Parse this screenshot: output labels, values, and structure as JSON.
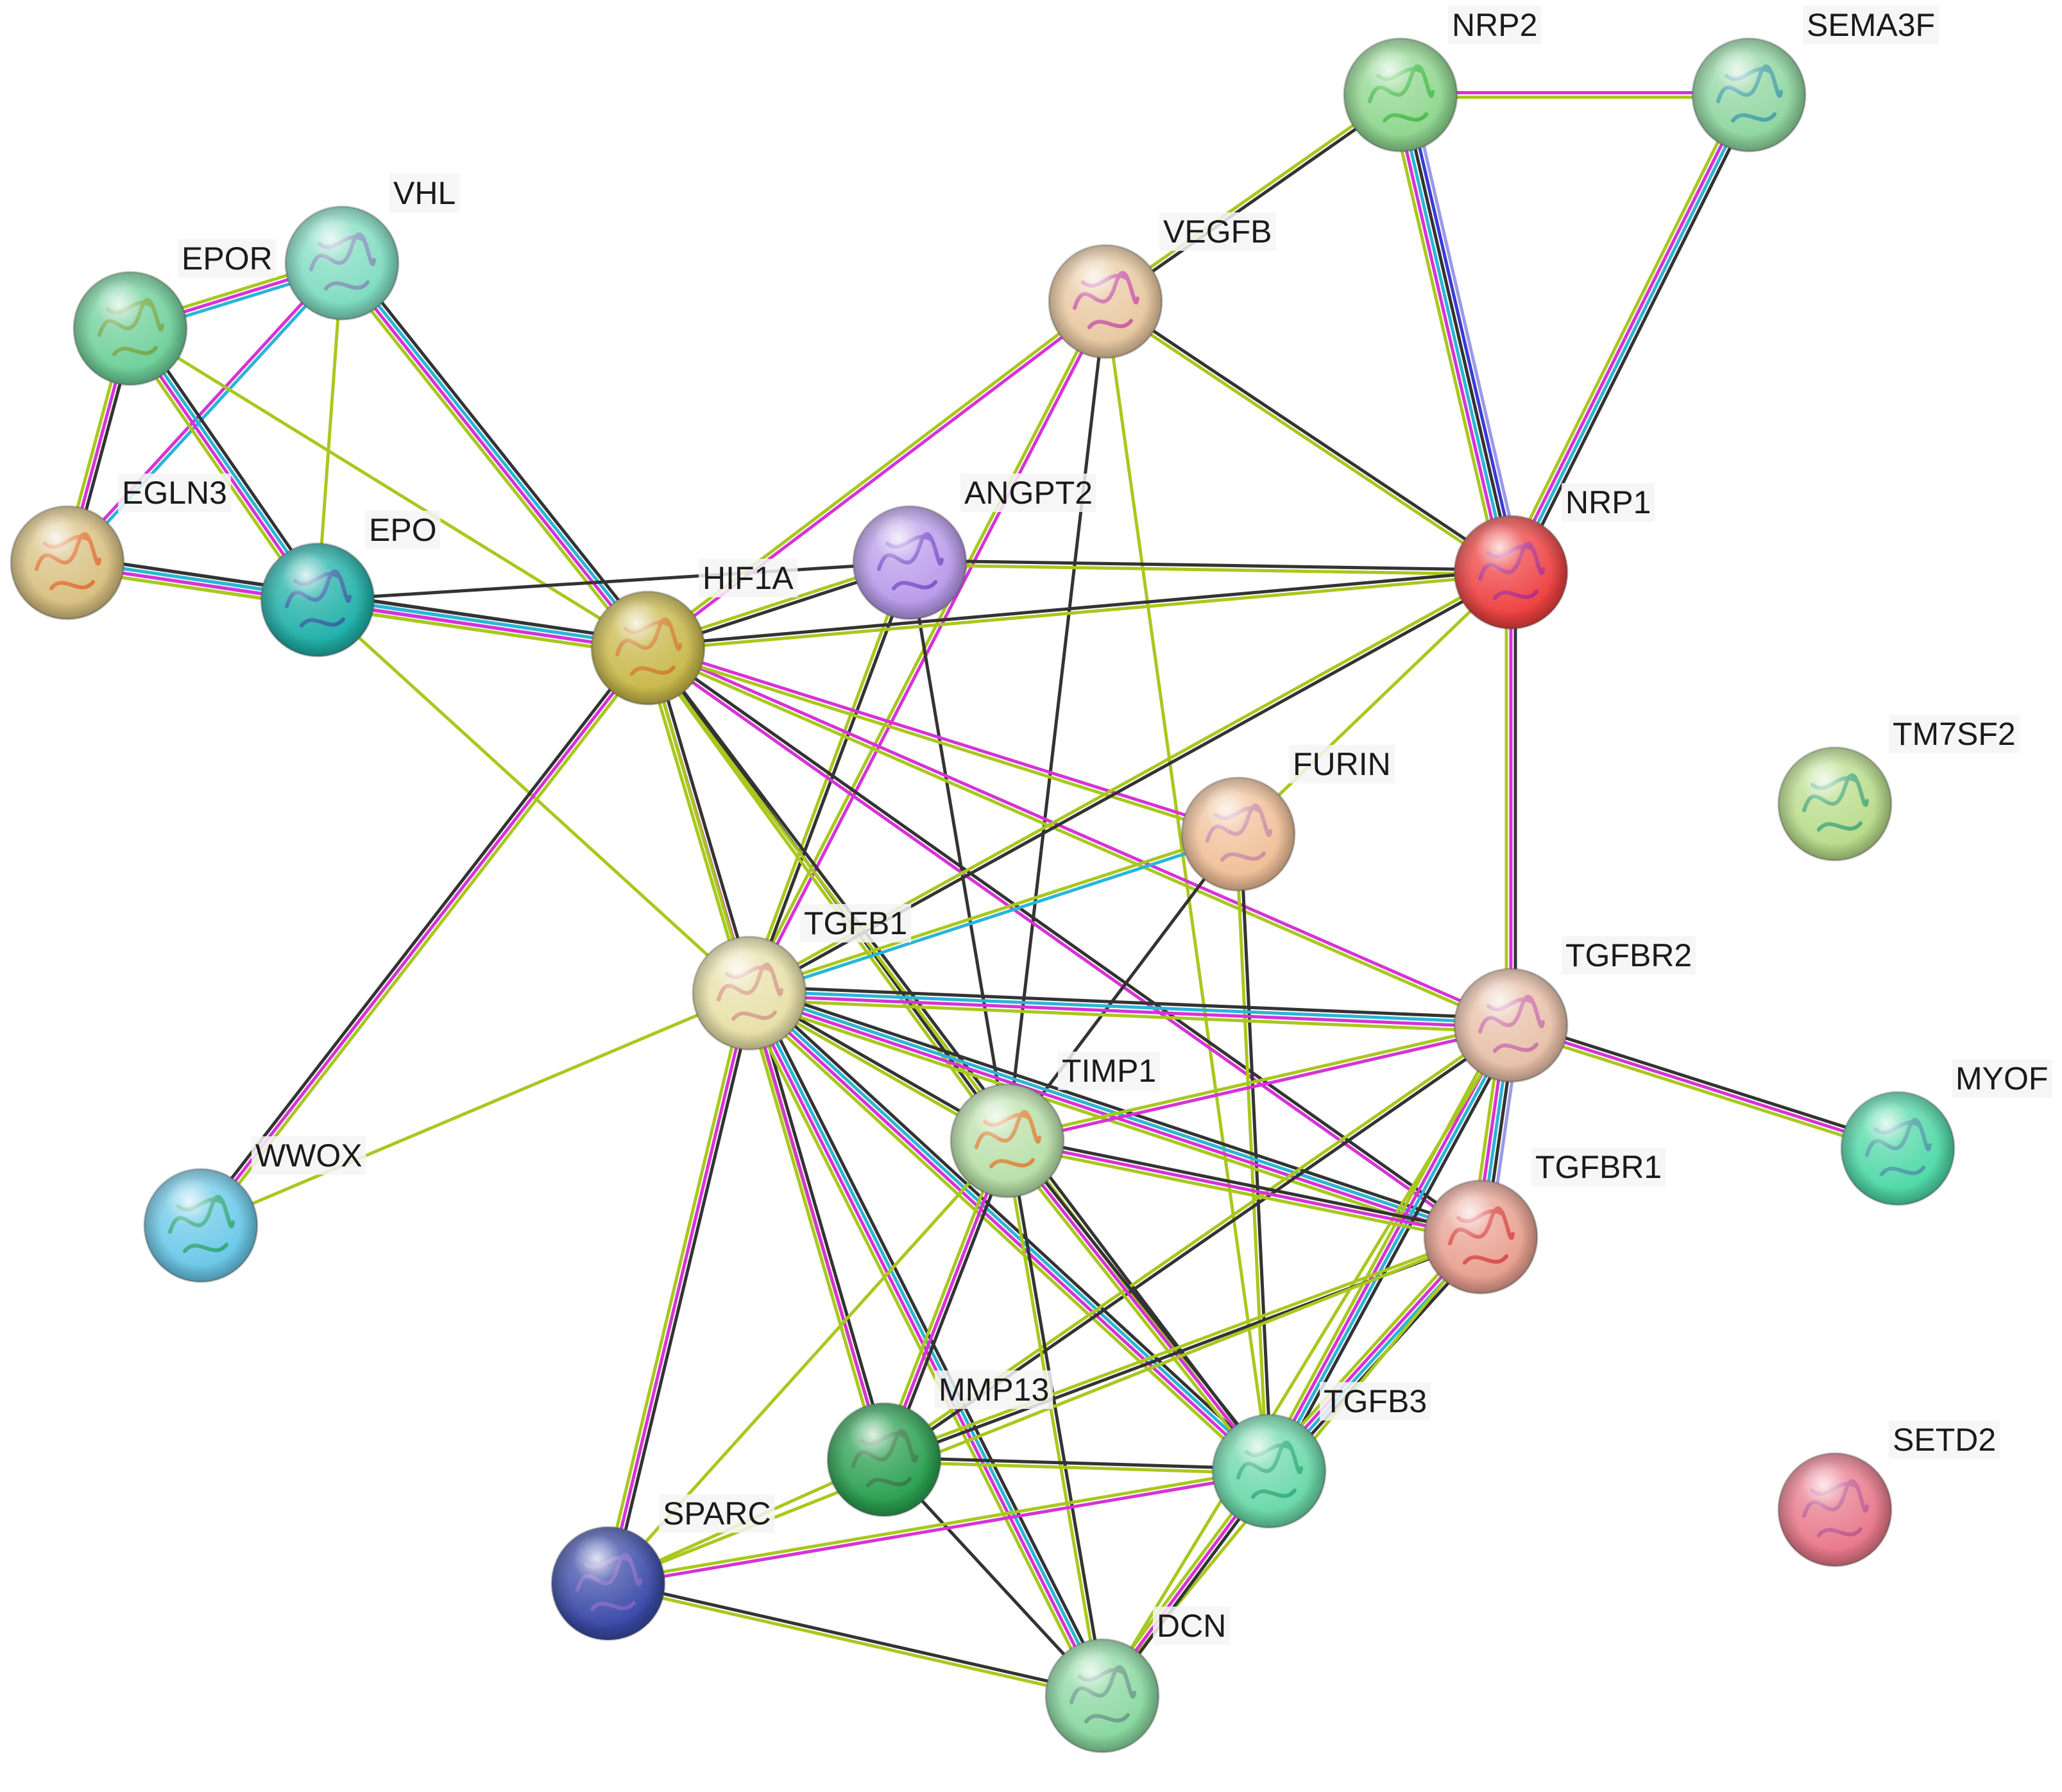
{
  "network": {
    "colors": {
      "black": "#333333",
      "magenta": "#d633d6",
      "cyan": "#2bb5d6",
      "lime": "#a8c81e",
      "blue": "#3a3ad6",
      "lavender": "#9a9ae6"
    },
    "nodes": [
      {
        "id": "NRP2",
        "label": "NRP2",
        "color": "#8fd68f",
        "glyph": "#2fb02f"
      },
      {
        "id": "SEMA3F",
        "label": "SEMA3F",
        "color": "#8fd6a0",
        "glyph": "#2a8fa0"
      },
      {
        "id": "VHL",
        "label": "VHL",
        "color": "#7fdcc0",
        "glyph": "#7a7fb0"
      },
      {
        "id": "EPOR",
        "label": "EPOR",
        "color": "#6fd09a",
        "glyph": "#6a9a2a"
      },
      {
        "id": "VEGFB",
        "label": "VEGFB",
        "color": "#e8c8a0",
        "glyph": "#c03aa0"
      },
      {
        "id": "EGLN3",
        "label": "EGLN3",
        "color": "#d8c080",
        "glyph": "#e05a1a"
      },
      {
        "id": "ANGPT2",
        "label": "ANGPT2",
        "color": "#b89aea",
        "glyph": "#6a3ac0"
      },
      {
        "id": "NRP1",
        "label": "NRP1",
        "color": "#ee4040",
        "glyph": "#a01a8a"
      },
      {
        "id": "EPO",
        "label": "EPO",
        "color": "#1fb0a8",
        "glyph": "#2a4a9a"
      },
      {
        "id": "HIF1A",
        "label": "HIF1A",
        "color": "#c8b84a",
        "glyph": "#d06a1a"
      },
      {
        "id": "FURIN",
        "label": "FURIN",
        "color": "#f0c098",
        "glyph": "#c07aa0"
      },
      {
        "id": "TM7SF2",
        "label": "TM7SF2",
        "color": "#b8dc8a",
        "glyph": "#2a9a6a"
      },
      {
        "id": "TGFB1",
        "label": "TGFB1",
        "color": "#e8e0a8",
        "glyph": "#d08a7a"
      },
      {
        "id": "TGFBR2",
        "label": "TGFBR2",
        "color": "#e8c0a8",
        "glyph": "#c05aa0"
      },
      {
        "id": "TIMP1",
        "label": "TIMP1",
        "color": "#b8e0a8",
        "glyph": "#e06a1a"
      },
      {
        "id": "MYOF",
        "label": "MYOF",
        "color": "#4fd8a8",
        "glyph": "#3a8a9a"
      },
      {
        "id": "WWOX",
        "label": "WWOX",
        "color": "#6ac8e8",
        "glyph": "#1a9a5a"
      },
      {
        "id": "TGFBR1",
        "label": "TGFBR1",
        "color": "#e8a090",
        "glyph": "#d02a2a"
      },
      {
        "id": "MMP13",
        "label": "MMP13",
        "color": "#2aa050",
        "glyph": "#2a6a3a"
      },
      {
        "id": "TGFB3",
        "label": "TGFB3",
        "color": "#6ad8a8",
        "glyph": "#1aa06a"
      },
      {
        "id": "SETD2",
        "label": "SETD2",
        "color": "#e8788a",
        "glyph": "#b04a8a"
      },
      {
        "id": "SPARC",
        "label": "SPARC",
        "color": "#3a4aa8",
        "glyph": "#7a5ac0"
      },
      {
        "id": "DCN",
        "label": "DCN",
        "color": "#8ad8a0",
        "glyph": "#5a8a7a"
      }
    ],
    "edges": [
      {
        "s": "NRP2",
        "t": "SEMA3F",
        "c": [
          "magenta",
          "lime"
        ]
      },
      {
        "s": "NRP2",
        "t": "VEGFB",
        "c": [
          "black",
          "lime"
        ]
      },
      {
        "s": "NRP2",
        "t": "NRP1",
        "c": [
          "lavender",
          "blue",
          "black",
          "cyan",
          "magenta",
          "lime"
        ]
      },
      {
        "s": "SEMA3F",
        "t": "NRP1",
        "c": [
          "black",
          "cyan",
          "magenta",
          "lime"
        ]
      },
      {
        "s": "VHL",
        "t": "EPOR",
        "c": [
          "cyan",
          "magenta",
          "lime"
        ]
      },
      {
        "s": "VHL",
        "t": "EGLN3",
        "c": [
          "cyan",
          "magenta"
        ]
      },
      {
        "s": "VHL",
        "t": "EPO",
        "c": [
          "lime"
        ]
      },
      {
        "s": "VHL",
        "t": "HIF1A",
        "c": [
          "black",
          "cyan",
          "magenta",
          "lime"
        ]
      },
      {
        "s": "EPOR",
        "t": "EGLN3",
        "c": [
          "black",
          "magenta",
          "lime"
        ]
      },
      {
        "s": "EPOR",
        "t": "EPO",
        "c": [
          "black",
          "cyan",
          "magenta",
          "lime"
        ]
      },
      {
        "s": "EPOR",
        "t": "HIF1A",
        "c": [
          "lime"
        ]
      },
      {
        "s": "EGLN3",
        "t": "EPO",
        "c": [
          "black",
          "cyan",
          "magenta",
          "lime"
        ]
      },
      {
        "s": "EGLN3",
        "t": "HIF1A",
        "c": [
          "black",
          "cyan",
          "magenta",
          "lime"
        ]
      },
      {
        "s": "EPO",
        "t": "HIF1A",
        "c": [
          "black",
          "cyan",
          "magenta",
          "lime"
        ]
      },
      {
        "s": "EPO",
        "t": "ANGPT2",
        "c": [
          "black"
        ]
      },
      {
        "s": "EPO",
        "t": "TGFB1",
        "c": [
          "lime"
        ]
      },
      {
        "s": "VEGFB",
        "t": "HIF1A",
        "c": [
          "magenta",
          "lime"
        ]
      },
      {
        "s": "VEGFB",
        "t": "NRP1",
        "c": [
          "black",
          "lime"
        ]
      },
      {
        "s": "VEGFB",
        "t": "TGFB1",
        "c": [
          "magenta",
          "lime"
        ]
      },
      {
        "s": "VEGFB",
        "t": "TIMP1",
        "c": [
          "black"
        ]
      },
      {
        "s": "VEGFB",
        "t": "TGFB3",
        "c": [
          "lime"
        ]
      },
      {
        "s": "ANGPT2",
        "t": "HIF1A",
        "c": [
          "black",
          "lime"
        ]
      },
      {
        "s": "ANGPT2",
        "t": "NRP1",
        "c": [
          "black",
          "lime"
        ]
      },
      {
        "s": "ANGPT2",
        "t": "TGFB1",
        "c": [
          "black",
          "lime"
        ]
      },
      {
        "s": "ANGPT2",
        "t": "TIMP1",
        "c": [
          "black"
        ]
      },
      {
        "s": "HIF1A",
        "t": "NRP1",
        "c": [
          "black",
          "lime"
        ]
      },
      {
        "s": "HIF1A",
        "t": "WWOX",
        "c": [
          "lime",
          "magenta",
          "black"
        ]
      },
      {
        "s": "HIF1A",
        "t": "TGFB1",
        "c": [
          "black",
          "magenta",
          "lime"
        ]
      },
      {
        "s": "HIF1A",
        "t": "TIMP1",
        "c": [
          "black",
          "lime"
        ]
      },
      {
        "s": "HIF1A",
        "t": "TGFBR2",
        "c": [
          "magenta",
          "lime"
        ]
      },
      {
        "s": "HIF1A",
        "t": "TGFBR1",
        "c": [
          "black",
          "magenta"
        ]
      },
      {
        "s": "HIF1A",
        "t": "TGFB3",
        "c": [
          "black",
          "lime"
        ]
      },
      {
        "s": "HIF1A",
        "t": "MMP13",
        "c": [
          "lime"
        ]
      },
      {
        "s": "HIF1A",
        "t": "FURIN",
        "c": [
          "magenta",
          "lime"
        ]
      },
      {
        "s": "NRP1",
        "t": "TGFB1",
        "c": [
          "black",
          "lime"
        ]
      },
      {
        "s": "NRP1",
        "t": "TGFBR2",
        "c": [
          "black",
          "magenta",
          "lime"
        ]
      },
      {
        "s": "NRP1",
        "t": "FURIN",
        "c": [
          "lime"
        ]
      },
      {
        "s": "FURIN",
        "t": "TGFB1",
        "c": [
          "cyan",
          "lime"
        ]
      },
      {
        "s": "FURIN",
        "t": "TGFB3",
        "c": [
          "black",
          "lime"
        ]
      },
      {
        "s": "FURIN",
        "t": "TIMP1",
        "c": [
          "black"
        ]
      },
      {
        "s": "TGFB1",
        "t": "WWOX",
        "c": [
          "lime"
        ]
      },
      {
        "s": "TGFB1",
        "t": "TGFBR2",
        "c": [
          "black",
          "cyan",
          "magenta",
          "lime"
        ]
      },
      {
        "s": "TGFB1",
        "t": "TIMP1",
        "c": [
          "black",
          "lime"
        ]
      },
      {
        "s": "TGFB1",
        "t": "TGFBR1",
        "c": [
          "black",
          "cyan",
          "magenta",
          "lime"
        ]
      },
      {
        "s": "TGFB1",
        "t": "MMP13",
        "c": [
          "black",
          "magenta",
          "lime"
        ]
      },
      {
        "s": "TGFB1",
        "t": "TGFB3",
        "c": [
          "black",
          "cyan",
          "magenta",
          "lime"
        ]
      },
      {
        "s": "TGFB1",
        "t": "SPARC",
        "c": [
          "black",
          "magenta",
          "lime"
        ]
      },
      {
        "s": "TGFB1",
        "t": "DCN",
        "c": [
          "black",
          "cyan",
          "magenta",
          "lime"
        ]
      },
      {
        "s": "TGFBR2",
        "t": "MYOF",
        "c": [
          "black",
          "magenta",
          "lime"
        ]
      },
      {
        "s": "TGFBR2",
        "t": "TIMP1",
        "c": [
          "magenta",
          "lime"
        ]
      },
      {
        "s": "TGFBR2",
        "t": "TGFBR1",
        "c": [
          "lavender",
          "black",
          "cyan",
          "magenta",
          "lime"
        ]
      },
      {
        "s": "TGFBR2",
        "t": "TGFB3",
        "c": [
          "black",
          "cyan",
          "magenta",
          "lime"
        ]
      },
      {
        "s": "TGFBR2",
        "t": "MMP13",
        "c": [
          "black",
          "lime"
        ]
      },
      {
        "s": "TGFBR2",
        "t": "DCN",
        "c": [
          "lime"
        ]
      },
      {
        "s": "TIMP1",
        "t": "TGFBR1",
        "c": [
          "black",
          "magenta",
          "lime"
        ]
      },
      {
        "s": "TIMP1",
        "t": "MMP13",
        "c": [
          "black",
          "magenta",
          "lime"
        ]
      },
      {
        "s": "TIMP1",
        "t": "TGFB3",
        "c": [
          "black",
          "magenta",
          "lime"
        ]
      },
      {
        "s": "TIMP1",
        "t": "SPARC",
        "c": [
          "lime"
        ]
      },
      {
        "s": "TIMP1",
        "t": "DCN",
        "c": [
          "black",
          "lime"
        ]
      },
      {
        "s": "TGFBR1",
        "t": "TGFB3",
        "c": [
          "black",
          "cyan",
          "magenta",
          "lime"
        ]
      },
      {
        "s": "TGFBR1",
        "t": "MMP13",
        "c": [
          "black",
          "lime"
        ]
      },
      {
        "s": "TGFBR1",
        "t": "SPARC",
        "c": [
          "lime"
        ]
      },
      {
        "s": "TGFBR1",
        "t": "DCN",
        "c": [
          "lime"
        ]
      },
      {
        "s": "MMP13",
        "t": "TGFB3",
        "c": [
          "black",
          "lime"
        ]
      },
      {
        "s": "MMP13",
        "t": "SPARC",
        "c": [
          "lime"
        ]
      },
      {
        "s": "MMP13",
        "t": "DCN",
        "c": [
          "black"
        ]
      },
      {
        "s": "TGFB3",
        "t": "SPARC",
        "c": [
          "magenta",
          "lime"
        ]
      },
      {
        "s": "TGFB3",
        "t": "DCN",
        "c": [
          "black",
          "magenta",
          "lime"
        ]
      },
      {
        "s": "SPARC",
        "t": "DCN",
        "c": [
          "black",
          "lime"
        ]
      }
    ]
  }
}
